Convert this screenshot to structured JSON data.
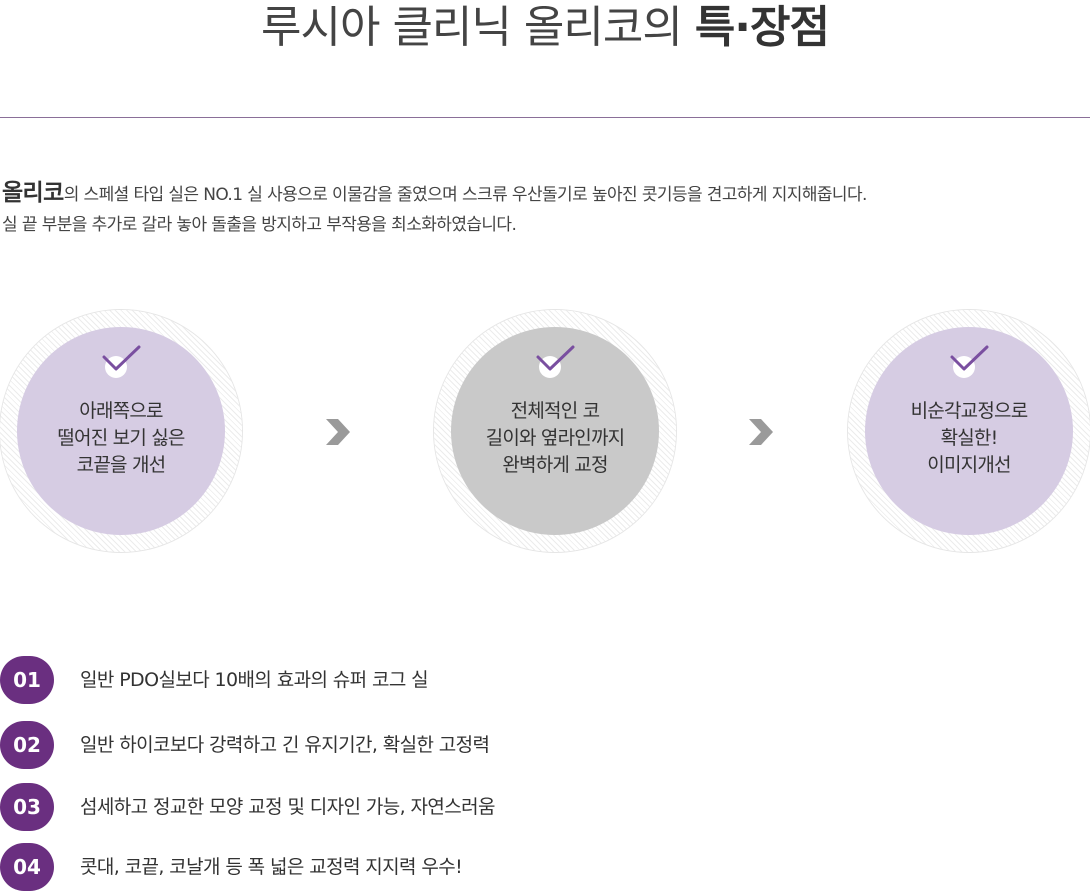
{
  "header": {
    "title_light": "루시아 클리닉 올리코의",
    "title_bold": "특·장점"
  },
  "intro": {
    "lead_bold": "올리코",
    "line1": "의 스페셜 타입 실은 NO.1 실 사용으로 이물감을 줄였으며 스크류 우산돌기로 높아진 콧기등을 견고하게 지지해줍니다.",
    "line2": "실 끝 부분을 추가로 갈라 놓아 돌출을 방지하고 부작용을 최소화하였습니다."
  },
  "circles": [
    {
      "lines": [
        "아래쪽으로",
        "떨어진 보기 싫은",
        "코끝을 개선"
      ]
    },
    {
      "lines": [
        "전체적인 코",
        "길이와 옆라인까지",
        "완벽하게 교정"
      ]
    },
    {
      "lines": [
        "비순각교정으로",
        "확실한!",
        "이미지개선"
      ]
    }
  ],
  "features": [
    {
      "num": "01",
      "text": "일반 PDO실보다 10배의 효과의 슈퍼 코그 실"
    },
    {
      "num": "02",
      "text": "일반 하이코보다 강력하고 긴 유지기간, 확실한 고정력"
    },
    {
      "num": "03",
      "text": "섬세하고 정교한 모양 교정 및 디자인 가능, 자연스러움"
    },
    {
      "num": "04",
      "text": "콧대, 코끝, 코날개 등 폭 넓은 교정력 지지력 우수!"
    }
  ],
  "icons": {
    "check": "check-icon",
    "arrow": "chevron-right-icon"
  },
  "colors": {
    "accent": "#6a2f80",
    "circle_purple": "#d6cce3",
    "circle_gray": "#c9c9c9",
    "check": "#7a4fa0"
  }
}
